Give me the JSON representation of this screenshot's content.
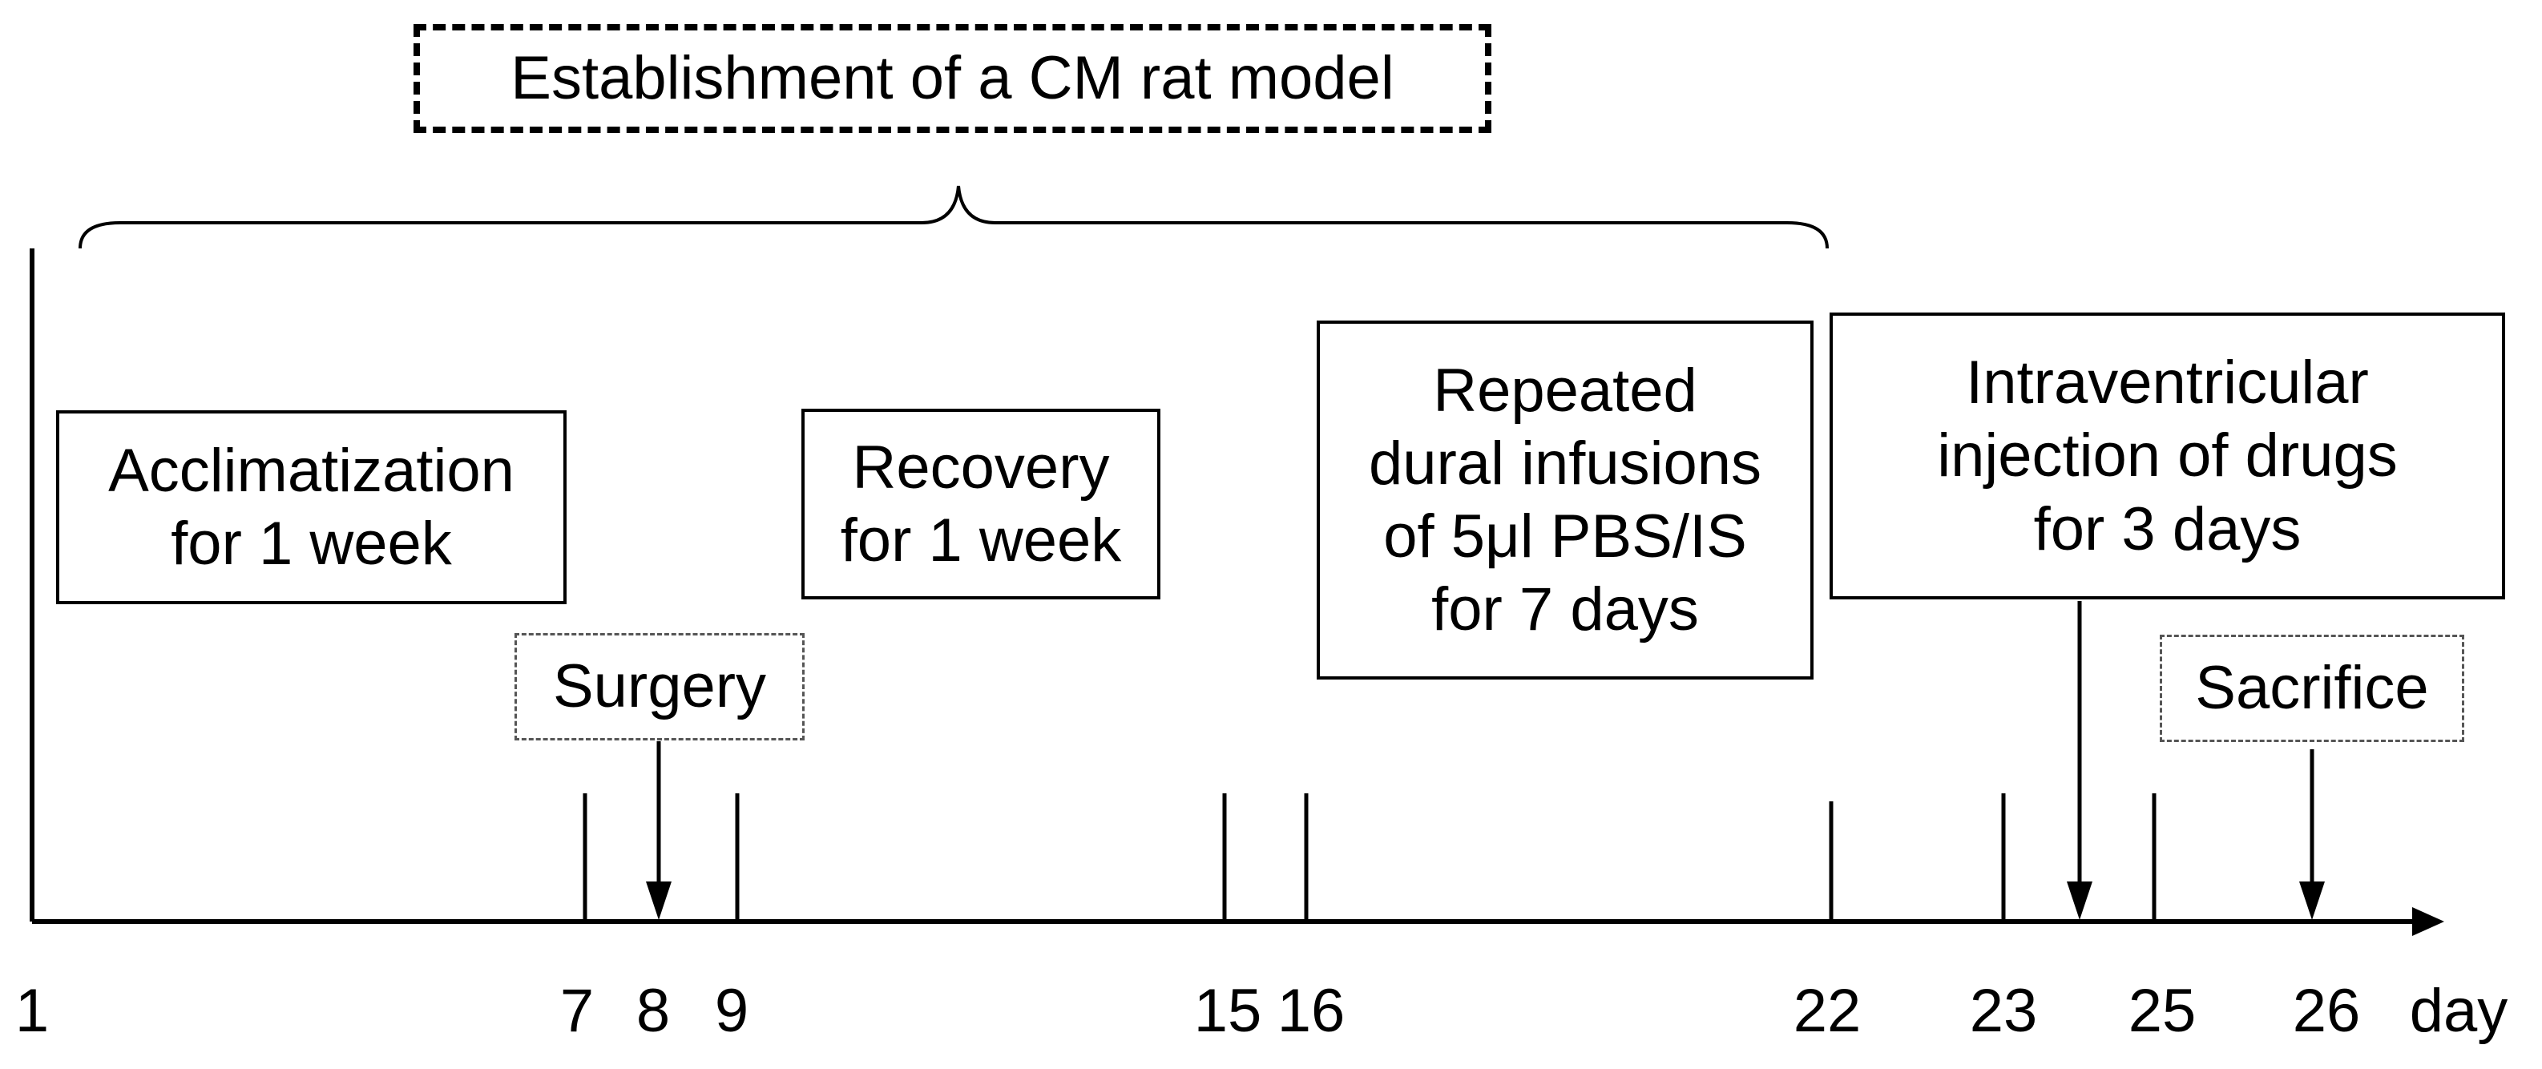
{
  "title": "Establishment of a CM rat model",
  "axis_unit": "day",
  "ticks": [
    {
      "label": "1",
      "day": 1
    },
    {
      "label": "7",
      "day": 7
    },
    {
      "label": "8",
      "day": 8
    },
    {
      "label": "9",
      "day": 9
    },
    {
      "label": "15",
      "day": 15
    },
    {
      "label": "16",
      "day": 16
    },
    {
      "label": "22",
      "day": 22
    },
    {
      "label": "23",
      "day": 23
    },
    {
      "label": "25",
      "day": 25
    },
    {
      "label": "26",
      "day": 26
    }
  ],
  "boxes": {
    "acclimatization": [
      "Acclimatization",
      "for 1 week"
    ],
    "recovery": [
      "Recovery",
      "for 1 week"
    ],
    "infusions": [
      "Repeated",
      "dural infusions",
      "of 5μl PBS/IS",
      "for 7 days"
    ],
    "injection": [
      "Intraventricular",
      "injection of drugs",
      "for 3 days"
    ],
    "surgery": "Surgery",
    "sacrifice": "Sacrifice"
  }
}
